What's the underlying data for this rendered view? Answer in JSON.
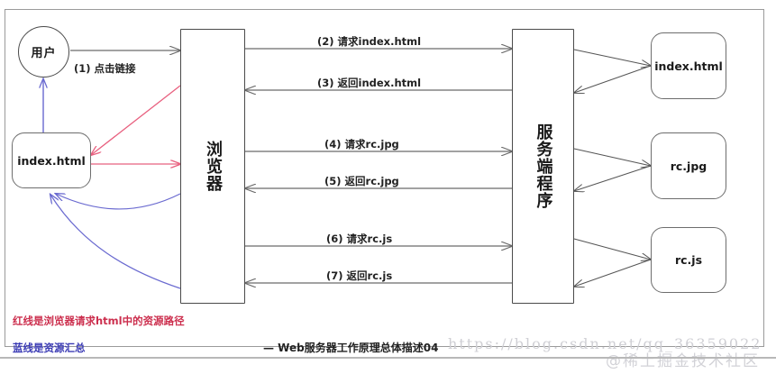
{
  "diagram": {
    "title_caption": "— Web服务器工作原理总体描述04",
    "nodes": {
      "user": "用户",
      "browser": "浏览器",
      "server": "服务端程序",
      "client_index": "index.html",
      "res_index": "index.html",
      "res_jpg": "rc.jpg",
      "res_js": "rc.js"
    },
    "flows": [
      {
        "id": "1",
        "label": "(1) 点击链接",
        "from": "user",
        "to": "browser",
        "color": "#6b6b6b"
      },
      {
        "id": "2",
        "label": "(2) 请求index.html",
        "from": "browser",
        "to": "server",
        "color": "#6b6b6b"
      },
      {
        "id": "3",
        "label": "(3) 返回index.html",
        "from": "server",
        "to": "browser",
        "color": "#6b6b6b"
      },
      {
        "id": "4",
        "label": "(4) 请求rc.jpg",
        "from": "browser",
        "to": "server",
        "color": "#6b6b6b"
      },
      {
        "id": "5",
        "label": "(5) 返回rc.jpg",
        "from": "server",
        "to": "browser",
        "color": "#6b6b6b"
      },
      {
        "id": "6",
        "label": "(6) 请求rc.js",
        "from": "browser",
        "to": "server",
        "color": "#6b6b6b"
      },
      {
        "id": "7",
        "label": "(7) 返回rc.js",
        "from": "server",
        "to": "browser",
        "color": "#6b6b6b"
      }
    ],
    "legend": [
      {
        "text": "红线是浏览器请求html中的资源路径",
        "color": "#e8607f"
      },
      {
        "text": "蓝线是资源汇总",
        "color": "#6a6ad0"
      }
    ],
    "colors": {
      "red_path": "#e8607f",
      "blue_path": "#6a6ad0",
      "line": "#6b6b6b",
      "border": "#4a4a4a",
      "frame": "#9a9a9a"
    }
  },
  "watermarks": {
    "url": "https://blog.csdn.net/qq_36359022",
    "community": "@稀土掘金技术社区"
  }
}
